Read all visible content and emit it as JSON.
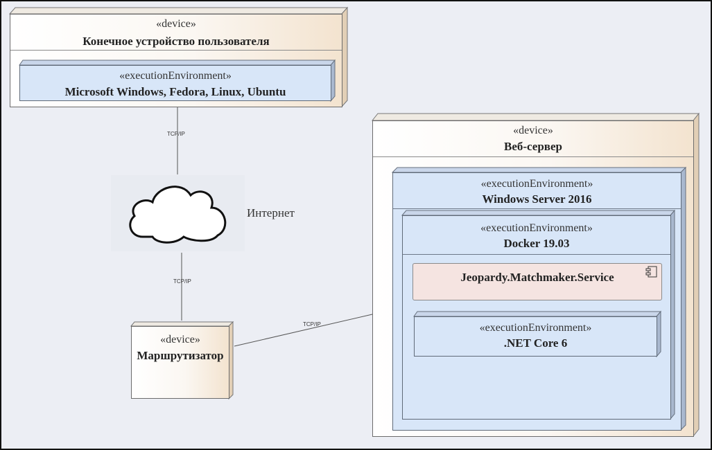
{
  "user_device": {
    "stereotype": "«device»",
    "name": "Конечное устройство пользователя",
    "env": {
      "stereotype": "«executionEnvironment»",
      "name": "Microsoft Windows, Fedora, Linux, Ubuntu"
    }
  },
  "internet": {
    "label": "Интернет"
  },
  "router": {
    "stereotype": "«device»",
    "name": "Маршрутизатор"
  },
  "web_server": {
    "stereotype": "«device»",
    "name": "Веб-сервер",
    "os_env": {
      "stereotype": "«executionEnvironment»",
      "name": "Windows Server 2016"
    },
    "docker_env": {
      "stereotype": "«executionEnvironment»",
      "name": "Docker 19.03"
    },
    "component": {
      "name": "Jeopardy.Matchmaker.Service",
      "icon": "component-icon"
    },
    "dotnet_env": {
      "stereotype": "«executionEnvironment»",
      "name": ".NET Core 6"
    }
  },
  "connections": [
    {
      "label": "TCP/IP"
    },
    {
      "label": "TCP/IP"
    },
    {
      "label": "TCP/IP"
    }
  ]
}
